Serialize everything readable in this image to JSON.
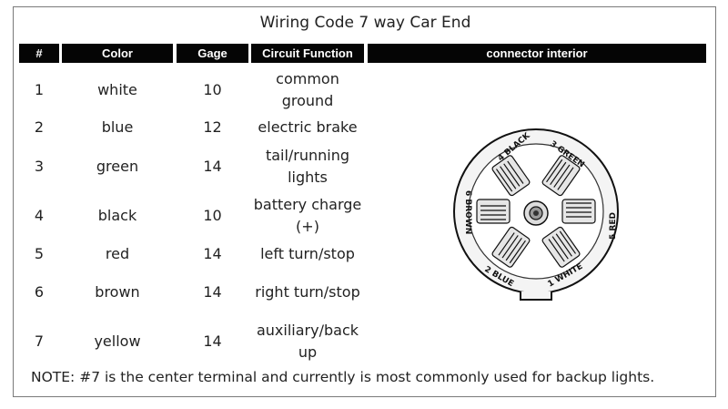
{
  "title": "Wiring Code 7 way Car End",
  "headers": [
    "#",
    "Color",
    "Gage",
    "Circuit Function",
    "connector interior"
  ],
  "rows": [
    {
      "num": "1",
      "color": "white",
      "gage": "10",
      "function": "common ground"
    },
    {
      "num": "2",
      "color": "blue",
      "gage": "12",
      "function": "electric brake"
    },
    {
      "num": "3",
      "color": "green",
      "gage": "14",
      "function": "tail/running lights"
    },
    {
      "num": "4",
      "color": "black",
      "gage": "10",
      "function": "battery charge (+)"
    },
    {
      "num": "5",
      "color": "red",
      "gage": "14",
      "function": "left turn/stop"
    },
    {
      "num": "6",
      "color": "brown",
      "gage": "14",
      "function": "right turn/stop"
    },
    {
      "num": "7",
      "color": "yellow",
      "gage": "14",
      "function": "auxiliary/back up"
    }
  ],
  "connector_labels": {
    "black": "4 BLACK",
    "green": "3 GREEN",
    "brown": "6 BROWN",
    "red": "5 RED",
    "blue": "2 BLUE",
    "white": "1 WHITE"
  },
  "note": "NOTE: #7 is the center terminal and currently is most commonly used for backup lights."
}
